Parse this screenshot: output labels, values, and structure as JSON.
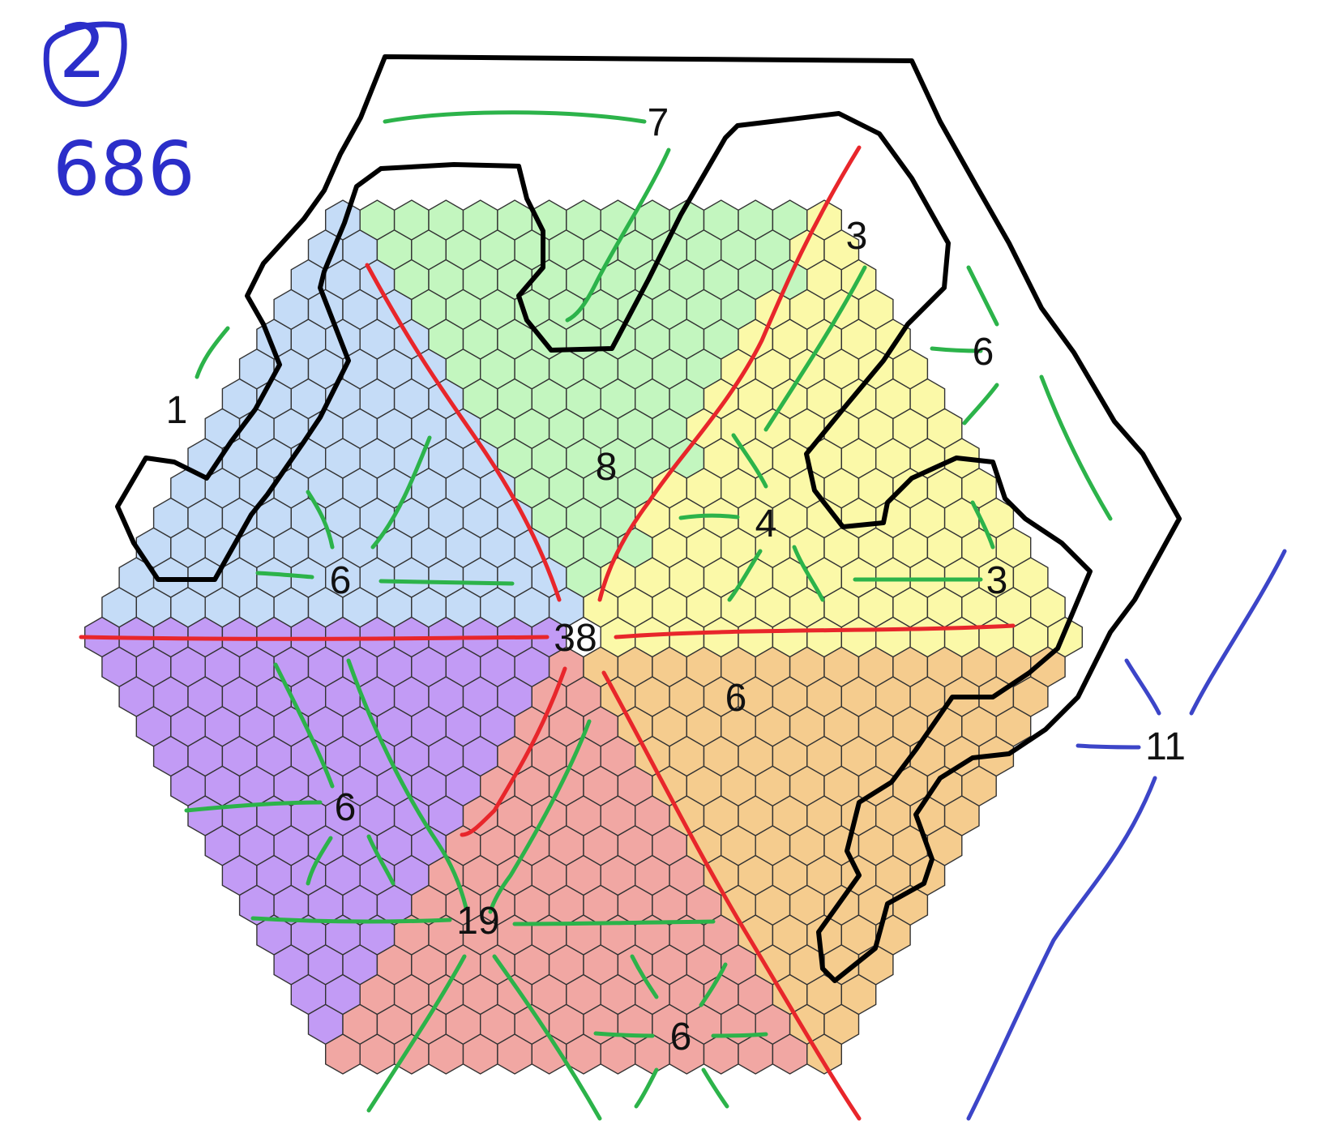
{
  "annotation": {
    "circled_digit": "2",
    "count": "686",
    "ink_color": "#2b2ec9"
  },
  "board": {
    "shape": "hexagon-of-hexagons",
    "side_cells": 15,
    "regions": [
      {
        "name": "blue",
        "color": "#c5dcf7"
      },
      {
        "name": "green",
        "color": "#c3f6bf"
      },
      {
        "name": "yellow",
        "color": "#fbf9a8"
      },
      {
        "name": "orange",
        "color": "#f5cc8e"
      },
      {
        "name": "red",
        "color": "#f1a7a3"
      },
      {
        "name": "purple",
        "color": "#c29bf5"
      },
      {
        "name": "empty",
        "color": "#ffffff"
      }
    ],
    "grid_line_color": "#333333",
    "outline_color": "#000000"
  },
  "clues": [
    {
      "id": "c1",
      "value": "7"
    },
    {
      "id": "c2",
      "value": "3"
    },
    {
      "id": "c3",
      "value": "6"
    },
    {
      "id": "c4",
      "value": "1"
    },
    {
      "id": "c5",
      "value": "8"
    },
    {
      "id": "c6",
      "value": "4"
    },
    {
      "id": "c7",
      "value": "6"
    },
    {
      "id": "c8",
      "value": "3"
    },
    {
      "id": "c9",
      "value": "38"
    },
    {
      "id": "c10",
      "value": "6"
    },
    {
      "id": "c11",
      "value": "11"
    },
    {
      "id": "c12",
      "value": "6"
    },
    {
      "id": "c13",
      "value": "19"
    },
    {
      "id": "c14",
      "value": "6"
    }
  ],
  "strokes": {
    "black_color": "#000000",
    "red_color": "#e8262b",
    "green_color": "#2cb34a",
    "blue_color": "#3c45c8"
  }
}
